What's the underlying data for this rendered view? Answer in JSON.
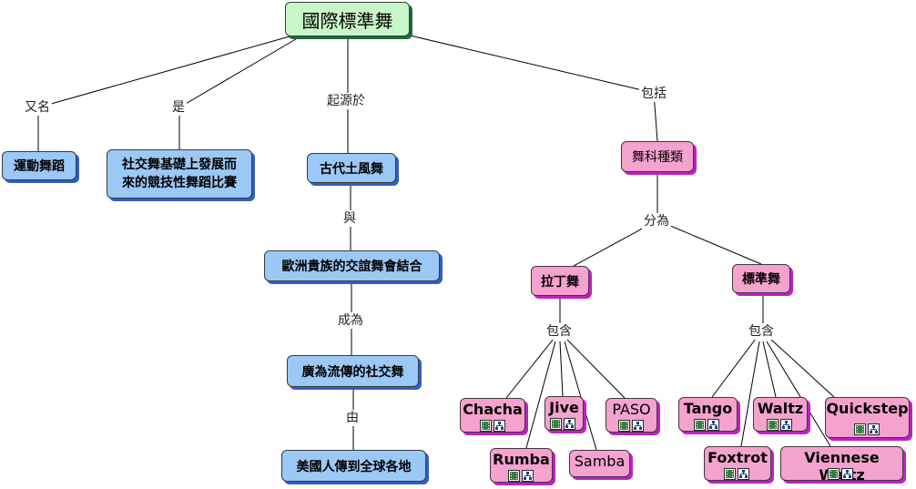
{
  "root": "國際標準舞",
  "nodes": {
    "alias": "運動舞蹈",
    "definition_line1": "社交舞基礎上發展而",
    "definition_line2": "來的競技性舞蹈比賽",
    "ancient": "古代土風舞",
    "european": "歐洲貴族的交誼舞會結合",
    "popular": "廣為流傳的社交舞",
    "american": "美國人傳到全球各地",
    "categories": "舞科種類",
    "latin": "拉丁舞",
    "standard": "標準舞",
    "chacha": "Chacha",
    "jive": "Jive",
    "paso": "PASO",
    "rumba": "Rumba",
    "samba": "Samba",
    "tango": "Tango",
    "waltz": "Waltz",
    "quickstep": "Quickstep",
    "foxtrot": "Foxtrot",
    "viennese": "Viennese Waltz"
  },
  "link_labels": {
    "alias": "又名",
    "is": "是",
    "origin": "起源於",
    "includes": "包括",
    "with": "與",
    "became": "成為",
    "by": "由",
    "divided": "分為",
    "contains_latin": "包含",
    "contains_standard": "包含"
  },
  "icons": [
    "film-icon",
    "hierarchy-icon"
  ],
  "colors": {
    "root_fill": "#c8f7c8",
    "root_shadow": "#1a6b3a",
    "concept_fill": "#9cc8f5",
    "concept_shadow": "#2f5fc4",
    "category_fill": "#f5a2cf",
    "category_shadow": "#c21ec9",
    "line": "#000000"
  }
}
